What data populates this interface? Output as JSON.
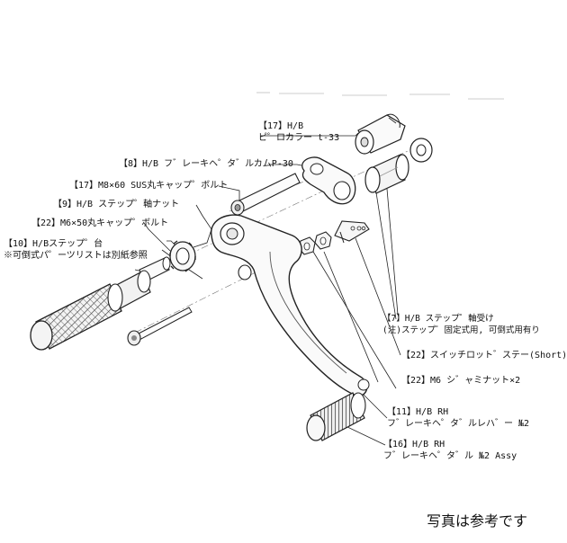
{
  "labels": {
    "pillow_collar": {
      "l1": "【17】H/B",
      "l2": "ピ゜ロカラー t-33"
    },
    "pedal_cam": {
      "l1": "【8】H/B フ゛レーキヘ゜タ゛ルカムP-30"
    },
    "m8_bolt": {
      "l1": "【17】M8×60 SUS丸キャップ゜ボルト"
    },
    "step_nut": {
      "l1": "【9】H/B ステップ゜軸ナット"
    },
    "m6_bolt": {
      "l1": "【22】M6×50丸キャップ゜ボルト"
    },
    "step_base": {
      "l1": "【10】H/Bステップ゜台",
      "l2": "※可倒式パ゜ーツリストは別紙参照"
    },
    "step_shaft_holder": {
      "l1": "【7】H/B ステップ゜軸受け",
      "l2": "(注)ステップ゜固定式用, 可倒式用有り"
    },
    "switch_rod_stay": {
      "l1": "【22】スイッチロット゛ステー(Short)"
    },
    "jam_nut": {
      "l1": "【22】M6 シ゛ャミナット×2"
    },
    "pedal_lever": {
      "l1": "【11】H/B RH",
      "l2": "フ゛レーキヘ゜タ゛ルレハ゛ー №2"
    },
    "pedal_assy": {
      "l1": "【16】H/B RH",
      "l2": "フ゛レーキヘ゜タ゛ル №2 Assy"
    }
  },
  "caption": "写真は参考です"
}
